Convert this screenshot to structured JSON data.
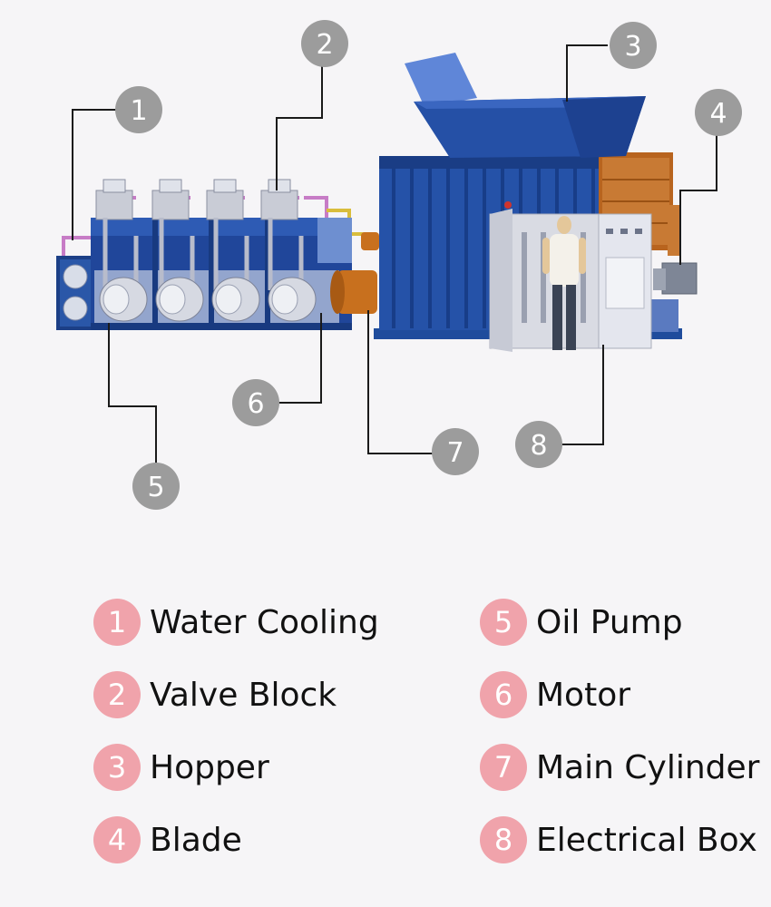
{
  "colors": {
    "background": "#f6f5f7",
    "callout_circle": "#9c9c9c",
    "leader_line": "#1a1a1a",
    "legend_badge": "#f0a3ab",
    "machine_blue": "#1f4c9c",
    "cylinder_orange": "#c8701e",
    "cabinet_grey": "#d9dbe3"
  },
  "callouts": [
    "1",
    "2",
    "3",
    "4",
    "5",
    "6",
    "7",
    "8"
  ],
  "legend": [
    {
      "number": "1",
      "label": "Water Cooling"
    },
    {
      "number": "2",
      "label": "Valve Block"
    },
    {
      "number": "3",
      "label": "Hopper"
    },
    {
      "number": "4",
      "label": "Blade"
    },
    {
      "number": "5",
      "label": "Oil Pump"
    },
    {
      "number": "6",
      "label": "Motor"
    },
    {
      "number": "7",
      "label": "Main Cylinder"
    },
    {
      "number": "8",
      "label": "Electrical Box"
    }
  ]
}
